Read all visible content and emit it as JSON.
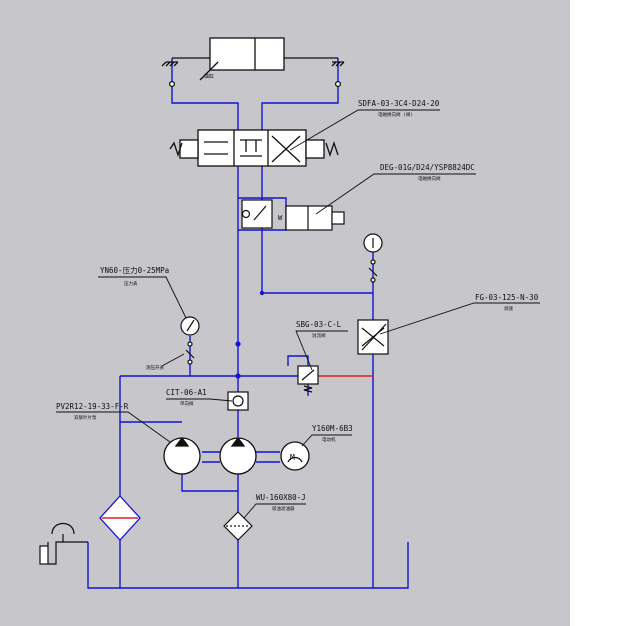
{
  "colors": {
    "canvas": "#c6c6cb",
    "line": "#1414d2",
    "ink": "#101010",
    "fill": "#ffffff",
    "accent": "#e02020"
  },
  "labels": {
    "sdfa": "SDFA-03-3C4-D24-20",
    "sdfa_sub": "电磁换向阀 (阀)",
    "deg": "DEG-01G/D24/YSP8824DC",
    "deg_sub": "电磁换向阀",
    "fg": "FG-03-125-N-30",
    "fg_sub": "调速",
    "yn": "YN60-压力0-25MPa",
    "yn_sub": "压力表",
    "gauge_switch": "测压开关",
    "sbg": "SBG-03-C-L",
    "sbg_sub": "溢流阀",
    "cit": "CIT-06-A1",
    "cit_sub": "单向阀",
    "pump": "PV2R12-19-33-F-R",
    "pump_sub": "双联叶片泵",
    "motor": "Y160M-6B3",
    "motor_sub": "电动机",
    "wu": "WU-160X80-J",
    "wu_sub": "吸油滤油器",
    "motor_mark": "M",
    "coil_mark": "W"
  }
}
